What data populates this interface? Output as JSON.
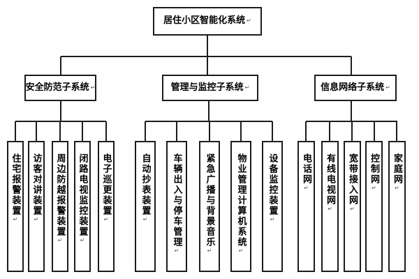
{
  "glyphs": {
    "return_mark": "↵"
  },
  "colors": {
    "line": "#1c1c1c",
    "box_border": "#1c1c1c",
    "background": "#ffffff",
    "text": "#000000"
  },
  "tree": {
    "root": {
      "label": "居住小区智能化系统"
    },
    "branches": [
      {
        "label": "安全防范子系统",
        "children": [
          {
            "label": "住宅报警装置"
          },
          {
            "label": "访客对讲装置"
          },
          {
            "label": "周边防越报警装置"
          },
          {
            "label": "闭路电视监控装置"
          },
          {
            "label": "电子巡更装置"
          }
        ]
      },
      {
        "label": "管理与监控子系统",
        "children": [
          {
            "label": "自动抄表装置"
          },
          {
            "label": "车辆出入与停车管理"
          },
          {
            "label": "紧急广播与背景音乐"
          },
          {
            "label": "物业管理计算机系统"
          },
          {
            "label": "设备监控装置"
          }
        ]
      },
      {
        "label": "信息网络子系统",
        "children": [
          {
            "label": "电话网"
          },
          {
            "label": "有线电视网"
          },
          {
            "label": "宽带接入网"
          },
          {
            "label": "控制网"
          },
          {
            "label": "家庭网"
          }
        ]
      }
    ]
  }
}
